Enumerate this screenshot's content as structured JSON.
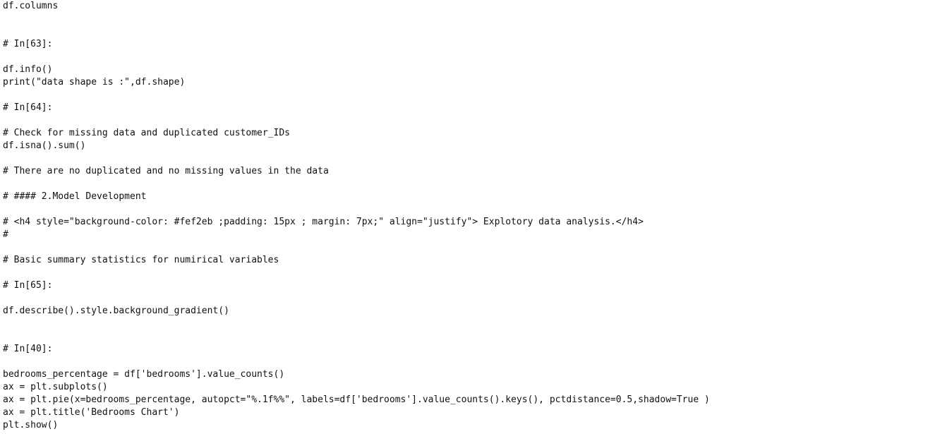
{
  "document": {
    "lines": [
      "df.columns",
      "",
      "",
      "# In[63]:",
      "",
      "df.info()",
      "print(\"data shape is :\",df.shape)",
      "",
      "# In[64]:",
      "",
      "# Check for missing data and duplicated customer_IDs",
      "df.isna().sum()",
      "",
      "# There are no duplicated and no missing values in the data",
      "",
      "# #### 2.Model Development",
      "",
      "# <h4 style=\"background-color: #fef2eb ;padding: 15px ; margin: 7px;\" align=\"justify\"> Explotory data analysis.</h4>",
      "#",
      "",
      "# Basic summary statistics for numirical variables",
      "",
      "# In[65]:",
      "",
      "df.describe().style.background_gradient()",
      "",
      "",
      "# In[40]:",
      "",
      "bedrooms_percentage = df['bedrooms'].value_counts()",
      "ax = plt.subplots()",
      "ax = plt.pie(x=bedrooms_percentage, autopct=\"%.1f%%\", labels=df['bedrooms'].value_counts().keys(), pctdistance=0.5,shadow=True )",
      "ax = plt.title('Bedrooms Chart')",
      "plt.show()"
    ]
  }
}
